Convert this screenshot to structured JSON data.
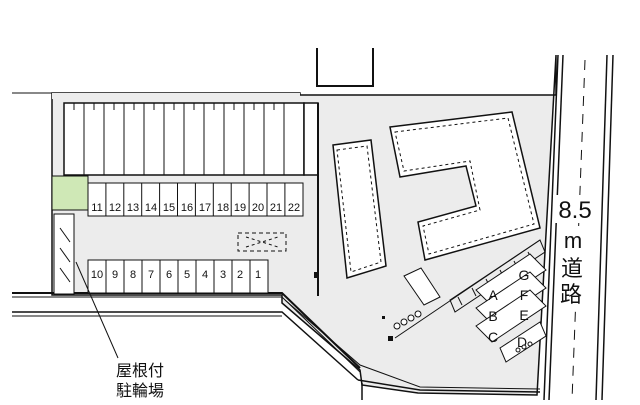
{
  "colors": {
    "lot_fill": "#ececec",
    "line": "#111111",
    "bicycle_fill": "#cfe8b6",
    "background": "#ffffff"
  },
  "road": {
    "width_label": "8.5",
    "unit_label": "m",
    "road_char_1": "道",
    "road_char_2": "路"
  },
  "parking": {
    "row_top": [
      "11",
      "12",
      "13",
      "14",
      "15",
      "16",
      "17",
      "18",
      "19",
      "20",
      "21",
      "22"
    ],
    "row_bottom": [
      "10",
      "9",
      "8",
      "7",
      "6",
      "5",
      "4",
      "3",
      "2",
      "1"
    ]
  },
  "units": {
    "right_col": [
      "G",
      "F",
      "E",
      "D"
    ],
    "left_col": [
      "A",
      "B",
      "C"
    ]
  },
  "bicycle": {
    "label_line_1": "屋根付",
    "label_line_2": "駐輪場"
  }
}
